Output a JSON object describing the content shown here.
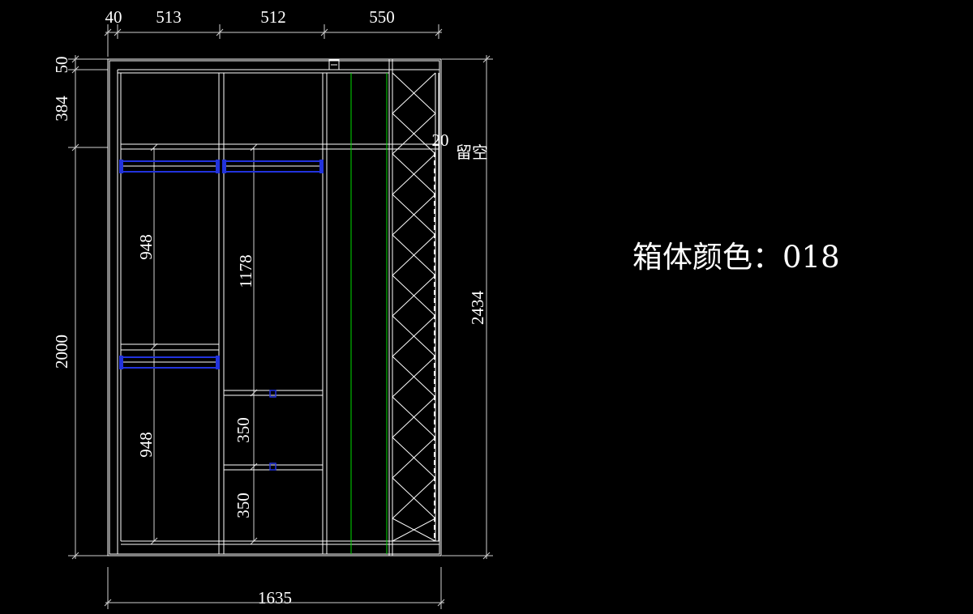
{
  "dimensions": {
    "top_widths": [
      "40",
      "513",
      "512",
      "550"
    ],
    "bottom_total": "1635",
    "left_heights": [
      "50",
      "384",
      "2000"
    ],
    "right_total": "2434",
    "left_bay_heights": [
      "948",
      "948"
    ],
    "middle_bay_heights": [
      "1178",
      "350",
      "350"
    ],
    "gap": "20"
  },
  "labels": {
    "gap_label": "留空",
    "box_color": "箱体颜色：018"
  },
  "colors": {
    "background": "#000000",
    "lines": "#ffffff",
    "dimension": "#ffffff",
    "hanging_rod": "#2233dd",
    "track": "#00dd00"
  }
}
